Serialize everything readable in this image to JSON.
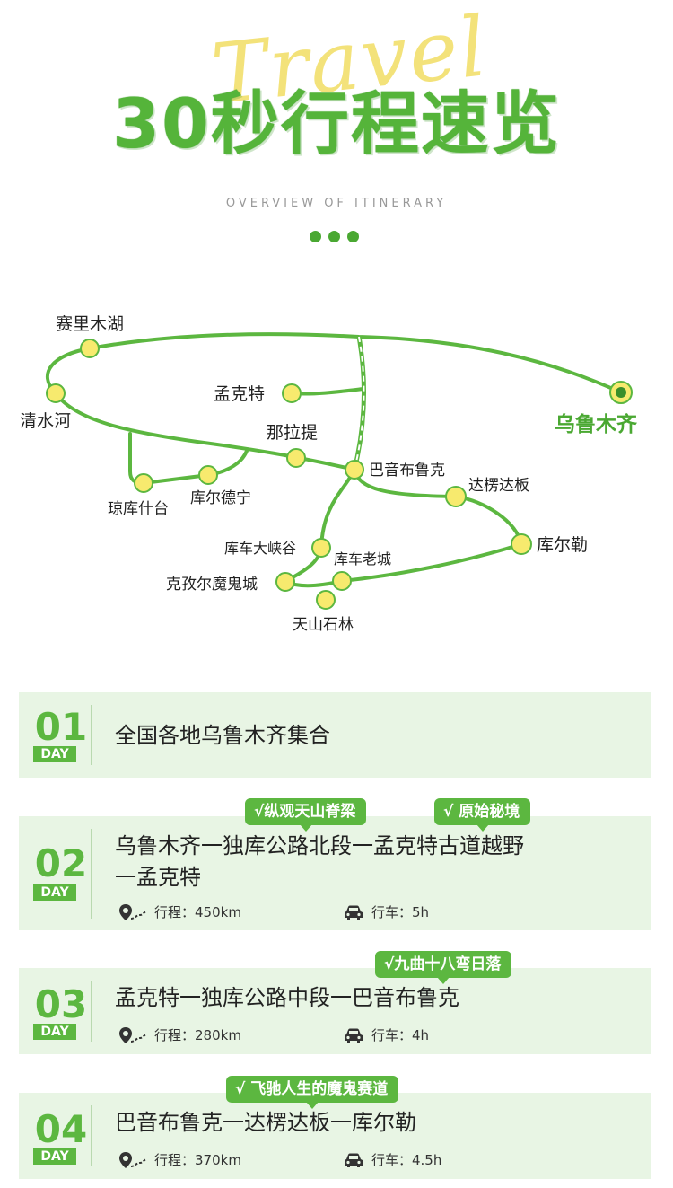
{
  "header": {
    "script_word": "Travel",
    "title": "30秒行程速览",
    "subtitle": "OVERVIEW OF ITINERARY"
  },
  "map": {
    "labels": {
      "sailimu": "赛里木湖",
      "qingshuihe": "清水河",
      "mengkete": "孟克特",
      "nalati": "那拉提",
      "bayinbuluke": "巴音布鲁克",
      "qiongkushitai": "琼库什台",
      "kuerdening": "库尔德宁",
      "dalaoban": "达楞达板",
      "kuerle": "库尔勒",
      "kuche_canyon": "库车大峡谷",
      "kuche_oldtown": "库车老城",
      "kezier": "克孜尔魔鬼城",
      "tianshan_stone": "天山石林",
      "urumqi": "乌鲁木齐"
    }
  },
  "days": [
    {
      "num": "01",
      "tag": "DAY",
      "title": "全国各地乌鲁木齐集合"
    },
    {
      "num": "02",
      "tag": "DAY",
      "title_line1": "乌鲁木齐一独库公路北段一孟克特古道越野",
      "title_line2": "一孟克特",
      "distance": "行程：450km",
      "drive": "行车：5h",
      "badges": [
        "√纵观天山脊梁",
        "√ 原始秘境"
      ]
    },
    {
      "num": "03",
      "tag": "DAY",
      "title": "孟克特一独库公路中段一巴音布鲁克",
      "distance": "行程：280km",
      "drive": "行车：4h",
      "badges": [
        "√九曲十八弯日落"
      ]
    },
    {
      "num": "04",
      "tag": "DAY",
      "title": "巴音布鲁克一达楞达板一库尔勒",
      "distance": "行程：370km",
      "drive": "行车：4.5h",
      "badges": [
        "√ 飞驰人生的魔鬼赛道"
      ]
    }
  ],
  "colors": {
    "accent": "#5cb740",
    "card_bg": "#e8f5e4",
    "node_fill": "#f7ea6e",
    "script_word": "#f3e27a"
  },
  "icons": {
    "distance": "map-pin-route-icon",
    "drive": "car-icon"
  }
}
